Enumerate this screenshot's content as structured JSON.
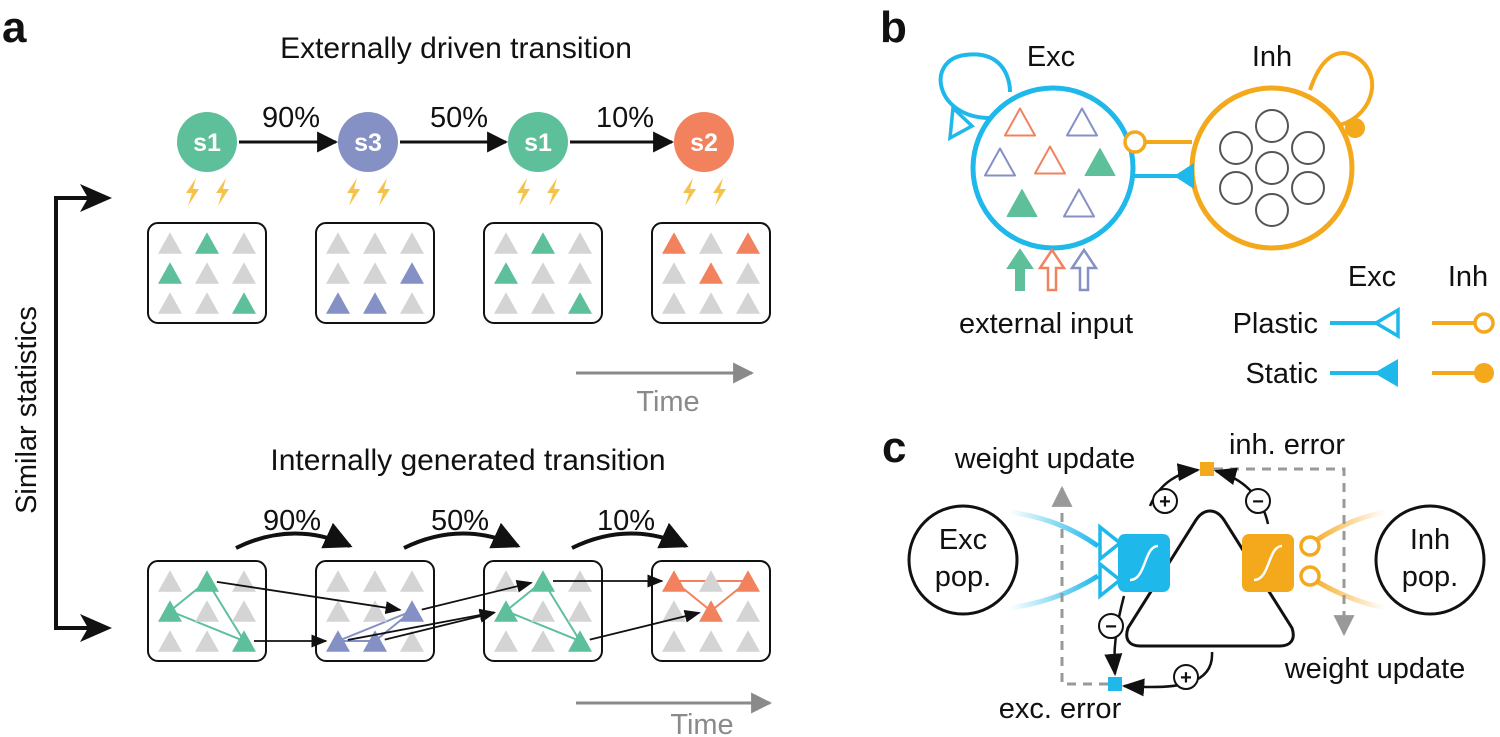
{
  "colors": {
    "s1": "#5ebf9b",
    "s2": "#f2825e",
    "s3": "#8590c4",
    "grey": "#d4d4d4",
    "exc": "#1eb8ea",
    "inh": "#f4a81c",
    "bolt": "#f6c34a",
    "time": "#8a8a8a"
  },
  "panel_a": {
    "label": "a",
    "top_title": "Externally driven transition",
    "bottom_title": "Internally generated transition",
    "side_label": "Similar statistics",
    "time_label": "Time",
    "states": [
      {
        "name": "s1",
        "color_key": "s1",
        "active": [
          1,
          3,
          8
        ]
      },
      {
        "name": "s3",
        "color_key": "s3",
        "active": [
          5,
          6,
          7
        ]
      },
      {
        "name": "s1",
        "color_key": "s1",
        "active": [
          1,
          3,
          8
        ]
      },
      {
        "name": "s2",
        "color_key": "s2",
        "active": [
          0,
          2,
          4
        ]
      }
    ],
    "probabilities": [
      "90%",
      "50%",
      "10%"
    ]
  },
  "panel_b": {
    "label": "b",
    "exc_label": "Exc",
    "inh_label": "Inh",
    "external_input": "external input",
    "legend": {
      "col_exc": "Exc",
      "col_inh": "Inh",
      "plastic": "Plastic",
      "static": "Static"
    }
  },
  "panel_c": {
    "label": "c",
    "weight_update_left": "weight update",
    "weight_update_right": "weight update",
    "inh_error": "inh. error",
    "exc_error": "exc. error",
    "exc_pop_line1": "Exc",
    "exc_pop_line2": "pop.",
    "inh_pop_line1": "Inh",
    "inh_pop_line2": "pop.",
    "signs": {
      "plus": "+",
      "minus": "−"
    }
  }
}
